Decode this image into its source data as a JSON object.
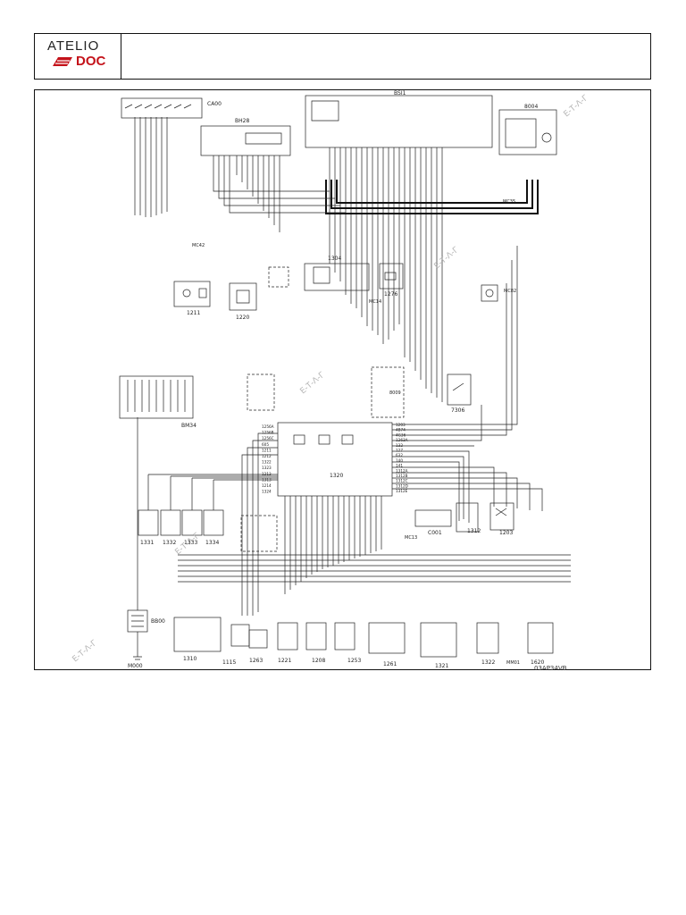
{
  "header": {
    "logo_top": "ATELIO",
    "logo_bottom": "DOC",
    "brand_color": "#c4121a"
  },
  "diagram": {
    "reference": "03AP34VB",
    "watermark": "Ε-Τ-Λ-Γ",
    "modules": {
      "bsi": "BSI1",
      "bh28": "BH28",
      "ca00": "CA00",
      "r8004": "8004",
      "bm34": "BM34",
      "ecu": "1320",
      "c1304": "1304",
      "c1211": "1211",
      "c1220": "1220",
      "c1276": "1276",
      "c7306": "7306",
      "c8009": "8009",
      "c1331": "1331",
      "c1332": "1332",
      "c1333": "1333",
      "c1334": "1334",
      "c1310": "1310",
      "c1115": "1115",
      "c1263": "1263",
      "c1221": "1221",
      "c1208": "1208",
      "c1253": "1253",
      "c1261": "1261",
      "c1321": "1321",
      "c1322": "1322",
      "c1620": "1620",
      "c1312": "1312",
      "c1203": "1203",
      "c0001": "C001",
      "bb00": "BB00",
      "m000": "M000",
      "mc42": "MC42",
      "mc14": "MC14",
      "mc35": "MC35",
      "mc13": "MC13",
      "mc82": "MC82",
      "mm01": "MM01"
    },
    "ecu_pins_left": [
      "1256A",
      "1256B",
      "1256C",
      "605",
      "1211",
      "1212",
      "1322",
      "1323",
      "1213",
      "1313",
      "1214",
      "1324"
    ],
    "ecu_pins_right": [
      "1203",
      "4B74",
      "4G36",
      "1263A",
      "132",
      "127",
      "632",
      "140",
      "141",
      "1312A",
      "1312B",
      "1312C",
      "1312D",
      "1312E"
    ]
  }
}
